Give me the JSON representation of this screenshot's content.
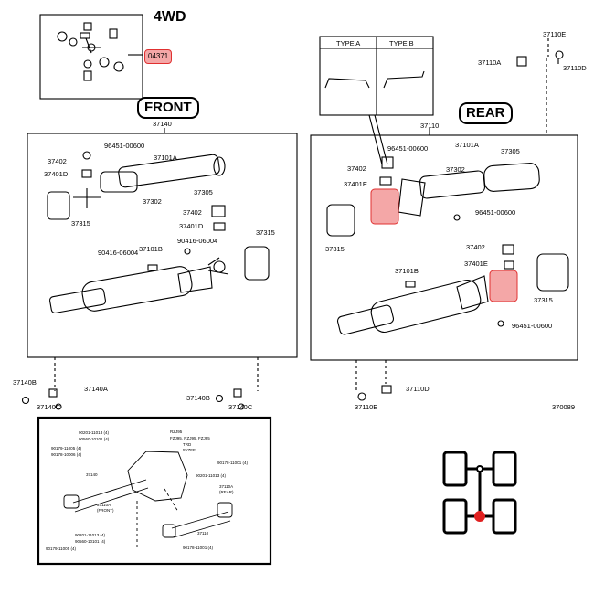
{
  "header": {
    "title": "4WD",
    "highlight_part": "04371"
  },
  "front": {
    "label": "FRONT",
    "assembly": "37140",
    "parts": [
      "96451-00600",
      "37101A",
      "37402",
      "37401D",
      "37302",
      "37305",
      "37315",
      "37402",
      "37401D",
      "90416-06004",
      "90416-06004",
      "37101B",
      "37315"
    ],
    "bottom": [
      "37140B",
      "37140A",
      "37140C",
      "37140B",
      "37140C"
    ]
  },
  "rear": {
    "label": "REAR",
    "assembly": "37110",
    "type_a": "TYPE A",
    "type_b": "TYPE B",
    "top": [
      "37110E",
      "37110A",
      "37110D"
    ],
    "parts": [
      "96451-00600",
      "37101A",
      "37305",
      "37402",
      "37302",
      "37401E",
      "96451-00600",
      "37315",
      "37402",
      "37401E",
      "37101B",
      "37315",
      "96451-00600"
    ],
    "bottom": [
      "37110D",
      "37110E"
    ],
    "ref": "370089"
  },
  "inset": {
    "left_top": [
      "90201-11013 (4)",
      "90560-10101 (4)",
      "90179-11005 (4)",
      "90178-10006 (4)"
    ],
    "left_mid": [
      "37140",
      "37110A",
      "(FRONT)"
    ],
    "left_bottom": [
      "90201-11013 (4)",
      "90560-10101 (4)",
      "90179-11005 (4)"
    ],
    "right": [
      "90178-11001 (4)",
      "90201-11013 (4)",
      "37110A",
      "(REAR)",
      "37110",
      "90178-11001 (4)"
    ],
    "notes": [
      "RZJ95",
      "FZJ95, RZJ95, FZJ95",
      "TRD",
      "5VZFE"
    ]
  },
  "colors": {
    "highlight": "#f4a7a7",
    "highlight_stroke": "#e03030",
    "accent_dot": "#e02020"
  }
}
